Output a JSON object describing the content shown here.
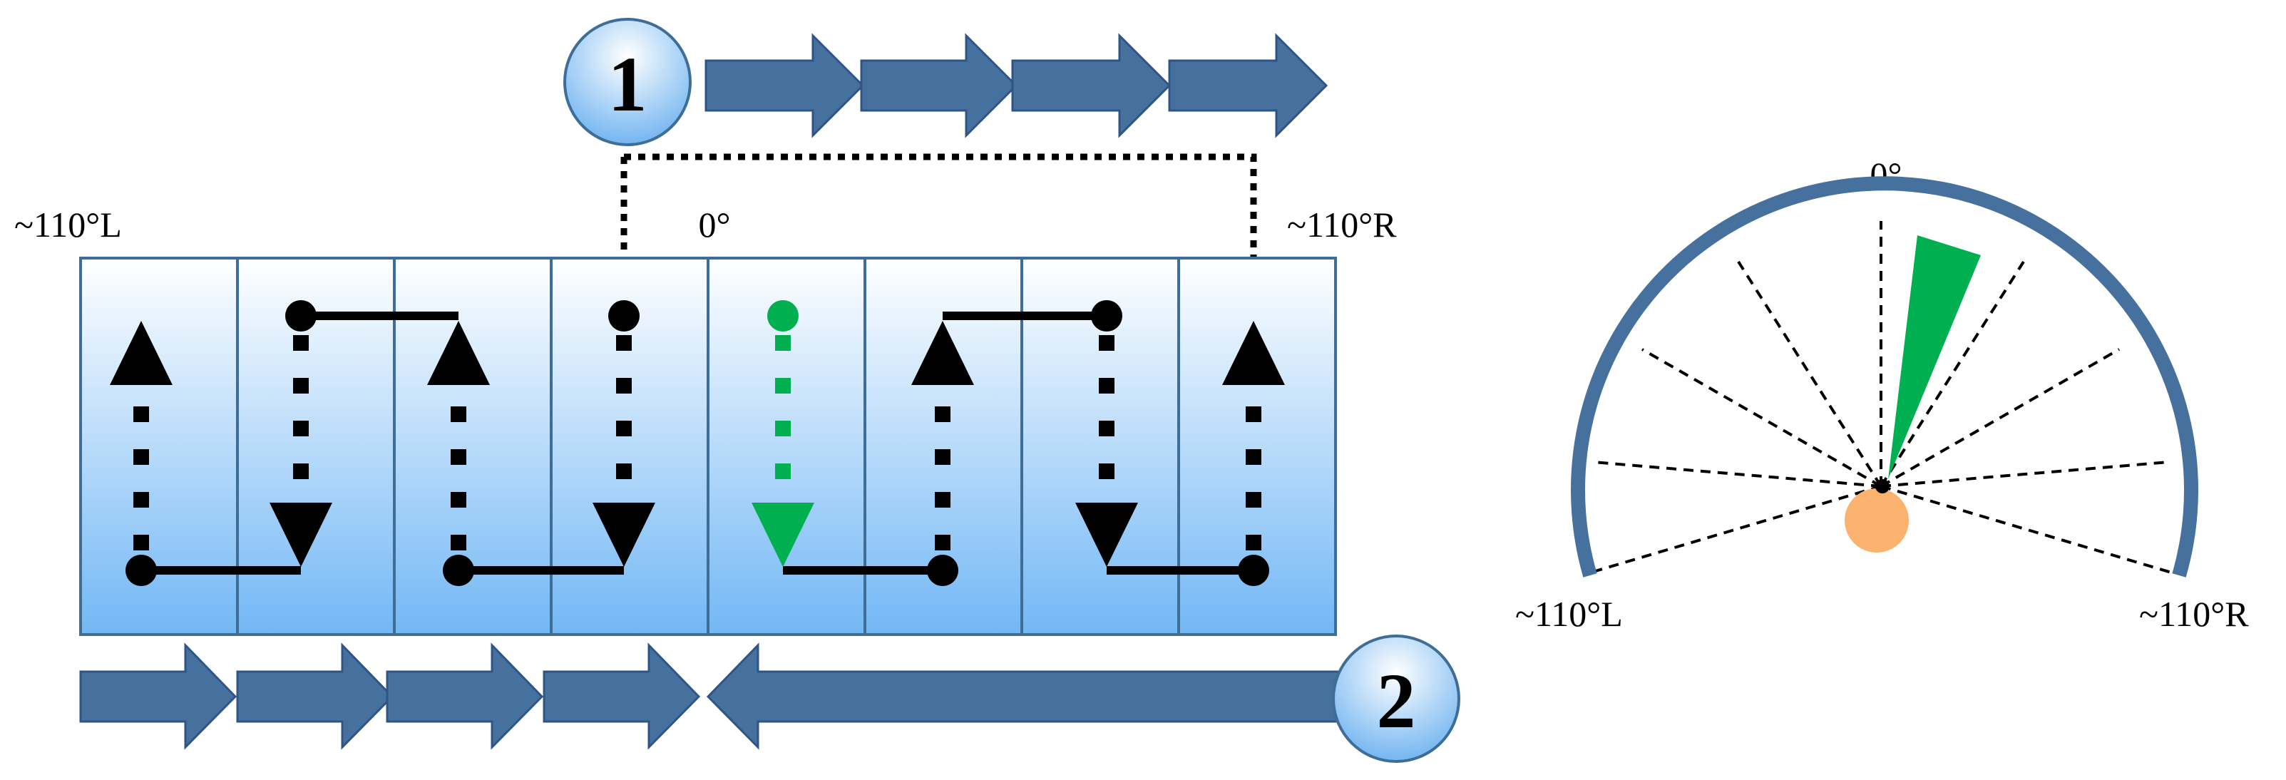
{
  "labels": {
    "left_deg": "~110°L",
    "center_deg": "0°",
    "right_deg": "~110°R",
    "gauge_top": "0°",
    "gauge_left": "~110°L",
    "gauge_right": "~110°R"
  },
  "badges": {
    "one": "1",
    "two": "2"
  },
  "colors": {
    "arrow_fill": "#46719e",
    "arrow_stroke": "#2f5585",
    "cell_top": "#ffffff",
    "cell_bottom": "#72b7f5",
    "cell_border": "#3e6e98",
    "path_black": "#000000",
    "path_green": "#00b050",
    "gauge_arc": "#46719e",
    "head": "#fbb26f",
    "badge_top": "#ffffff",
    "badge_bottom": "#6ab0f0"
  }
}
